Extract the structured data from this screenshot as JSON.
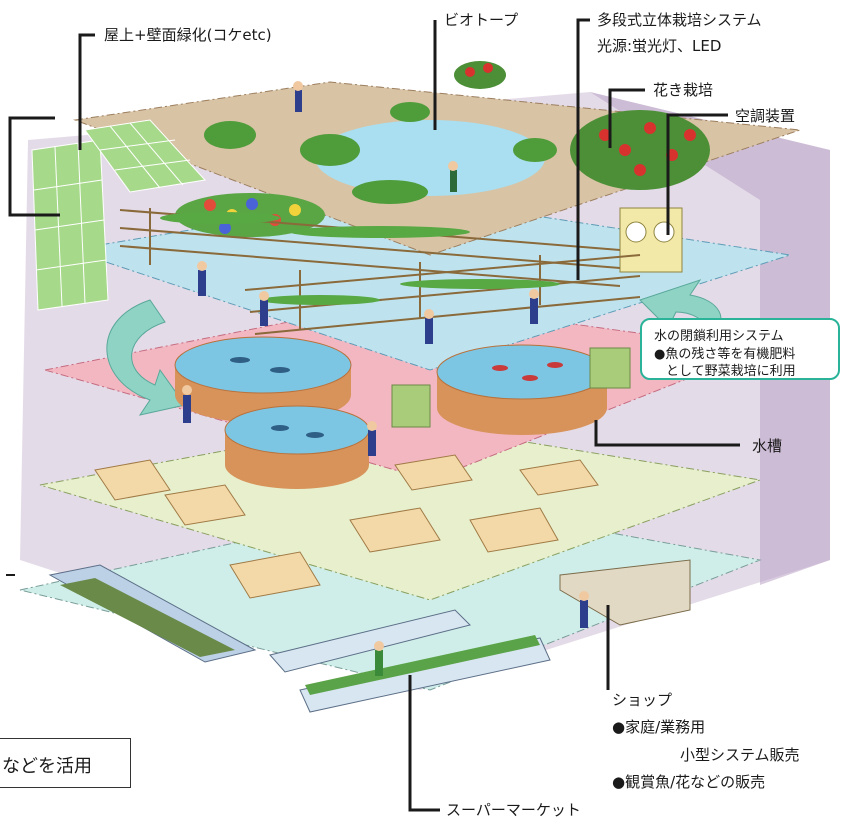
{
  "labels": {
    "rooftop_green": "屋上+壁面緑化(コケetc)",
    "biotope": "ビオトープ",
    "vertical_farm_line1": "多段式立体栽培システム",
    "vertical_farm_line2": "光源:蛍光灯、LED",
    "flower_cultivation": "花き栽培",
    "air_conditioning": "空調装置",
    "water_tank": "水槽",
    "shop_title": "ショップ",
    "shop_item1": "●家庭/業務用",
    "shop_item1_cont": "小型システム販売",
    "shop_item2": "●観賞魚/花などの販売",
    "supermarket": "スーパーマーケット"
  },
  "callout": {
    "title": "水の閉鎖利用システム",
    "line1": "●魚の残さ等を有機肥料",
    "line2": "として野菜栽培に利用"
  },
  "note": {
    "text": "などを活用"
  },
  "colors": {
    "roof": "#d8c3a5",
    "farm_floor": "#bfe3ee",
    "fish_floor": "#f3b7c2",
    "restaurant_floor": "#e7efcd",
    "market_floor": "#cfeee9",
    "building_wall": "#cdbdd6",
    "wall_moss": "#a6d98a",
    "arrow": "#8fd3c5",
    "callout_border": "#2bb39a",
    "tank": "#d7935a",
    "water": "#7cc6e3"
  },
  "icons": [
    "recycle-arrow-icon",
    "air-conditioner-icon",
    "fish-tank-icon"
  ]
}
